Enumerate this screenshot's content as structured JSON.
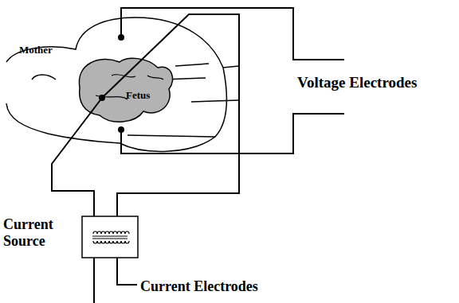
{
  "diagram": {
    "labels": [
      "Mother",
      "Fetus",
      "Voltage Electrodes",
      "Current Source",
      "Current Electrodes"
    ]
  }
}
